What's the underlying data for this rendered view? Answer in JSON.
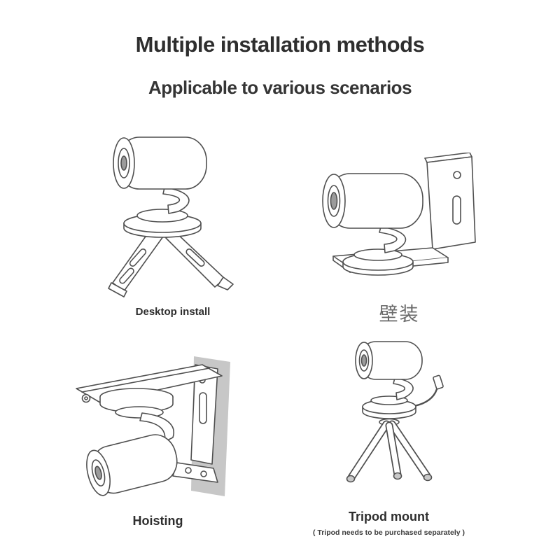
{
  "header": {
    "title": "Multiple installation methods",
    "subtitle": "Applicable to various scenarios"
  },
  "figures": {
    "desktop": {
      "caption": "Desktop install"
    },
    "wall": {
      "caption": "壁装"
    },
    "hoisting": {
      "caption": "Hoisting"
    },
    "tripod": {
      "caption": "Tripod mount",
      "note": "( Tripod needs to be purchased separately )"
    }
  }
}
